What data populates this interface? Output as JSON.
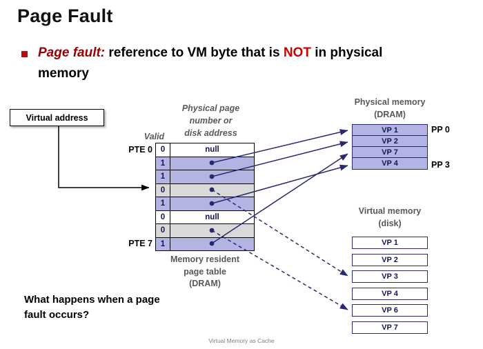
{
  "slide": {
    "title": "Page Fault",
    "bullet": {
      "term": "Page fault: ",
      "before": "reference to VM byte that is ",
      "not_word": "NOT",
      "after": " in physical memory"
    },
    "question": "What happens when a page\nfault occurs?",
    "footer": "Virtual Memory as Cache"
  },
  "diagram": {
    "virtual_address": "Virtual address",
    "valid_header": "Valid",
    "column_header": "Physical page\nnumber or\ndisk address",
    "pte_first": "PTE 0",
    "pte_last": "PTE 7",
    "table_caption": "Memory resident\npage table\n(DRAM)",
    "page_table_rows": [
      {
        "valid": "0",
        "value": "null",
        "type": "null"
      },
      {
        "valid": "1",
        "value": "",
        "type": "mapped"
      },
      {
        "valid": "1",
        "value": "",
        "type": "mapped"
      },
      {
        "valid": "0",
        "value": "",
        "type": "disk"
      },
      {
        "valid": "1",
        "value": "",
        "type": "mapped"
      },
      {
        "valid": "0",
        "value": "null",
        "type": "null"
      },
      {
        "valid": "0",
        "value": "",
        "type": "disk"
      },
      {
        "valid": "1",
        "value": "",
        "type": "mapped"
      }
    ],
    "physical_memory": {
      "title": "Physical memory\n(DRAM)",
      "rows": [
        "VP 1",
        "VP 2",
        "VP 7",
        "VP 4"
      ],
      "pp_first": "PP 0",
      "pp_last": "PP 3"
    },
    "virtual_memory": {
      "title": "Virtual memory\n(disk)",
      "rows": [
        "VP 1",
        "VP 2",
        "VP 3",
        "VP 4",
        "VP 6",
        "VP 7"
      ]
    },
    "colors": {
      "mapped_row": "#b4b4e4",
      "disk_row": "#d9d9d9",
      "arrow_navy": "#28286e",
      "term_red": "#990000",
      "not_red": "#cc0000",
      "caption_gray": "#595959"
    }
  }
}
